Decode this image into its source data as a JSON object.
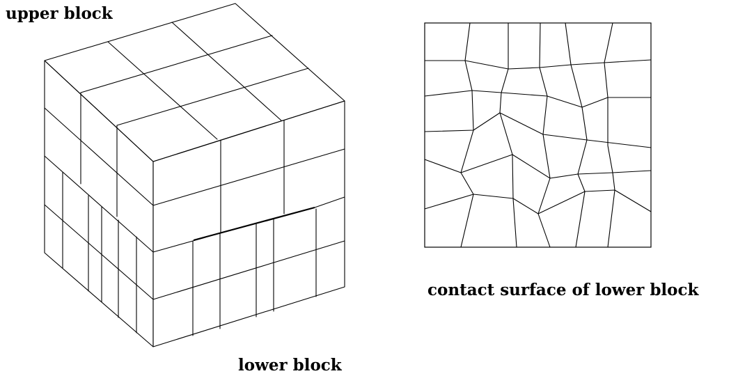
{
  "labels": {
    "upper_block": "upper block",
    "lower_block": "lower block",
    "contact_surface": "contact surface of lower block"
  },
  "colors": {
    "line": "#000000",
    "background": "#ffffff"
  }
}
